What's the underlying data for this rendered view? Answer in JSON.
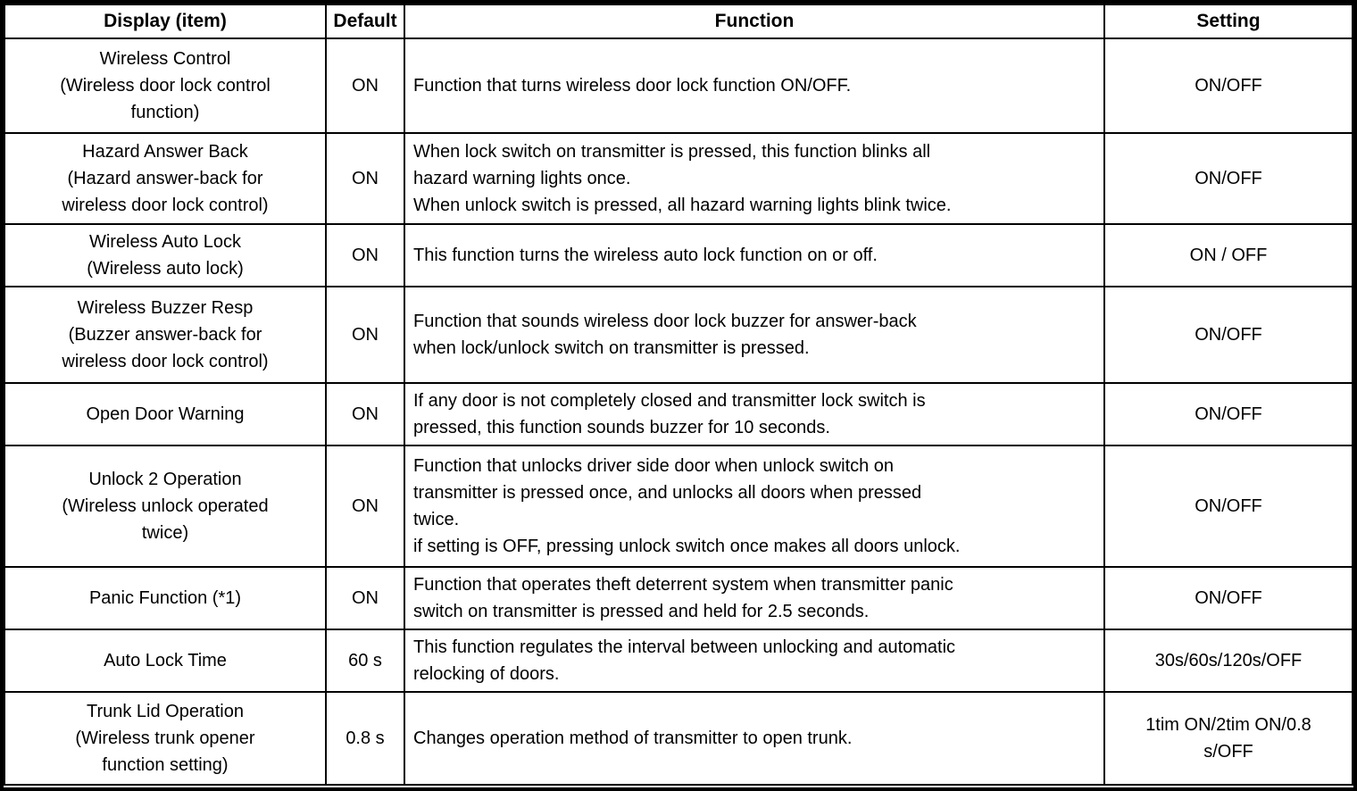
{
  "table": {
    "headers": {
      "display": "Display (item)",
      "default": "Default",
      "function": "Function",
      "setting": "Setting"
    },
    "rows": [
      {
        "display": "Wireless Control\n(Wireless door lock control\nfunction)",
        "default": "ON",
        "function": "Function that turns wireless door lock function ON/OFF.",
        "setting": "ON/OFF"
      },
      {
        "display": "Hazard Answer Back\n(Hazard answer-back for\nwireless door lock control)",
        "default": "ON",
        "function": "When lock switch on transmitter is pressed, this function blinks all\nhazard warning lights once.\nWhen unlock switch is pressed, all hazard warning lights blink twice.",
        "setting": "ON/OFF"
      },
      {
        "display": "Wireless Auto Lock\n(Wireless auto lock)",
        "default": "ON",
        "function": "This function turns the wireless auto lock function on or off.",
        "setting": "ON / OFF"
      },
      {
        "display": "Wireless Buzzer Resp\n(Buzzer answer-back for\nwireless door lock control)",
        "default": "ON",
        "function": "Function that sounds wireless door lock buzzer for answer-back\nwhen lock/unlock switch on transmitter is pressed.",
        "setting": "ON/OFF"
      },
      {
        "display": "Open Door Warning",
        "default": "ON",
        "function": "If any door is not completely closed and transmitter lock switch is\npressed, this function sounds buzzer for 10 seconds.",
        "setting": "ON/OFF"
      },
      {
        "display": "Unlock 2 Operation\n(Wireless unlock operated\ntwice)",
        "default": "ON",
        "function": "Function that unlocks driver side door when unlock switch on\ntransmitter is pressed once, and unlocks all doors when pressed\ntwice.\nif setting is OFF, pressing unlock switch once makes all doors unlock.",
        "setting": "ON/OFF"
      },
      {
        "display": "Panic Function (*1)",
        "default": "ON",
        "function": "Function that operates theft deterrent system when transmitter panic\nswitch on transmitter is pressed and held for 2.5 seconds.",
        "setting": "ON/OFF"
      },
      {
        "display": "Auto Lock Time",
        "default": "60 s",
        "function": "This function regulates the interval between unlocking and automatic\nrelocking of doors.",
        "setting": "30s/60s/120s/OFF"
      },
      {
        "display": "Trunk Lid Operation\n(Wireless trunk opener\nfunction setting)",
        "default": "0.8 s",
        "function": "Changes operation method of transmitter to open trunk.",
        "setting": "1tim ON/2tim ON/0.8\ns/OFF"
      }
    ]
  }
}
